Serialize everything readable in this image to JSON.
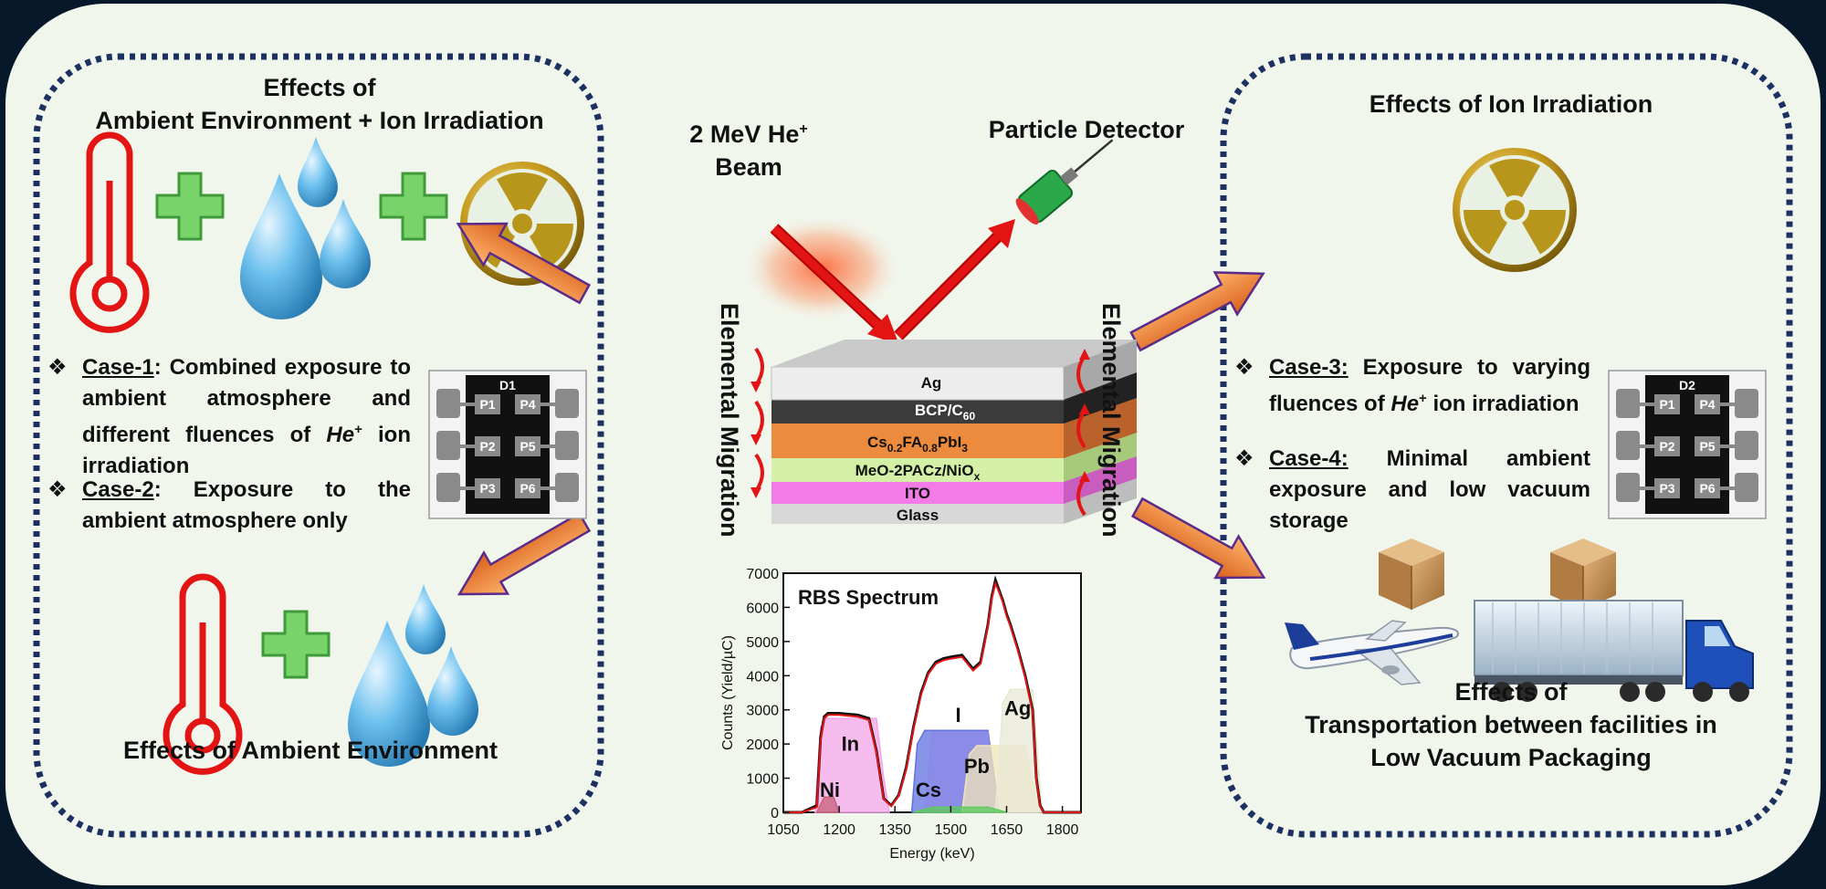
{
  "colors": {
    "frame_bg": "#06182a",
    "panel_bg": "#f0f6ec",
    "dotted_border": "#1c3161",
    "beam_red": "#e31414",
    "arrow_orange": "#f08a3e",
    "green_cross": "#77d36a",
    "drop_blue": "#4aa4d8",
    "thermo_red": "#e31414",
    "radiation_gold": "#b8961c"
  },
  "left_panel": {
    "top_title_line1": "Effects of",
    "top_title_line2": "Ambient Environment + Ion Irradiation",
    "bullets": [
      {
        "label": "Case-1",
        "text": ": Combined exposure to ambient atmosphere and different fluences of ",
        "ion": "He",
        "ion_sup": "+",
        "tail": " ion irradiation"
      },
      {
        "label": "Case-2",
        "text": ": Exposure to the ambient atmosphere only"
      }
    ],
    "bottom_title": "Effects of Ambient Environment",
    "chip": {
      "title": "D1",
      "pads": [
        "P1",
        "P4",
        "P2",
        "P5",
        "P3",
        "P6"
      ]
    },
    "icons": [
      "thermometer-icon",
      "plus-icon",
      "water-drops-icon",
      "plus-icon",
      "radiation-icon"
    ]
  },
  "right_panel": {
    "top_title": "Effects of Ion Irradiation",
    "bullets": [
      {
        "label": "Case-3:",
        "text": " Exposure to varying fluences of ",
        "ion": "He",
        "ion_sup": "+",
        "tail": " ion irradiation"
      },
      {
        "label": "Case-4:",
        "text": " Minimal ambient exposure and low vacuum storage"
      }
    ],
    "bottom_title_line1": "Effects of",
    "bottom_title_line2": "Transportation between facilities in",
    "bottom_title_line3": "Low Vacuum Packaging",
    "chip": {
      "title": "D2",
      "pads": [
        "P1",
        "P4",
        "P2",
        "P5",
        "P3",
        "P6"
      ]
    },
    "icons": [
      "radiation-icon",
      "cardboard-box-icon",
      "airplane-icon",
      "truck-icon"
    ]
  },
  "center": {
    "beam_line1": "2 MeV He",
    "beam_sup": "+",
    "beam_line2": "Beam",
    "detector_label": "Particle Detector",
    "migration_label": "Elemental Migration",
    "layers": [
      {
        "name": "Ag",
        "color": "#dcdcdc"
      },
      {
        "name": "BCP/C",
        "sub": "60",
        "color": "#3b3b3b",
        "text_color": "#ffffff"
      },
      {
        "name": "Cs",
        "sub": "0.2",
        "mid": "FA",
        "sub2": "0.8",
        "tail": "PbI",
        "sub3": "3",
        "color": "#ec8a3e"
      },
      {
        "name": "MeO-2PACz/NiO",
        "sub": "x",
        "color": "#d3f0a6"
      },
      {
        "name": "ITO",
        "color": "#f37be8"
      },
      {
        "name": "Glass",
        "color": "#e4e4e4"
      }
    ]
  },
  "chart_data": {
    "type": "line",
    "title": "RBS Spectrum",
    "xlabel": "Energy (keV)",
    "ylabel": "Counts (Yield/µC)",
    "xlim": [
      1050,
      1850
    ],
    "ylim": [
      0,
      7000
    ],
    "xticks": [
      1050,
      1200,
      1350,
      1500,
      1650,
      1800
    ],
    "yticks": [
      0,
      1000,
      2000,
      3000,
      4000,
      5000,
      6000,
      7000
    ],
    "series": [
      {
        "role": "measured",
        "color": "#111111",
        "x": [
          1050,
          1100,
          1140,
          1150,
          1160,
          1170,
          1200,
          1250,
          1280,
          1300,
          1320,
          1340,
          1360,
          1380,
          1400,
          1420,
          1440,
          1460,
          1480,
          1500,
          1530,
          1560,
          1580,
          1600,
          1610,
          1620,
          1630,
          1640,
          1650,
          1660,
          1680,
          1700,
          1720,
          1730,
          1740,
          1750,
          1850
        ],
        "y": [
          0,
          0,
          200,
          2200,
          2800,
          2900,
          2900,
          2850,
          2750,
          1800,
          400,
          200,
          500,
          1300,
          2500,
          3500,
          4100,
          4400,
          4500,
          4550,
          4600,
          4200,
          4400,
          5500,
          6300,
          6800,
          6500,
          6200,
          5800,
          5500,
          4800,
          4000,
          3000,
          1000,
          200,
          0,
          0
        ]
      },
      {
        "role": "fit",
        "color": "#e31414",
        "x": [
          1050,
          1100,
          1140,
          1150,
          1160,
          1170,
          1200,
          1250,
          1280,
          1300,
          1320,
          1340,
          1360,
          1380,
          1400,
          1420,
          1440,
          1460,
          1480,
          1500,
          1530,
          1560,
          1580,
          1600,
          1610,
          1620,
          1630,
          1640,
          1650,
          1660,
          1680,
          1700,
          1720,
          1730,
          1740,
          1750,
          1850
        ],
        "y": [
          0,
          0,
          150,
          2100,
          2750,
          2850,
          2850,
          2800,
          2700,
          1750,
          380,
          180,
          480,
          1250,
          2450,
          3450,
          4050,
          4350,
          4450,
          4500,
          4550,
          4150,
          4350,
          5450,
          6250,
          6700,
          6450,
          6150,
          5750,
          5450,
          4750,
          3950,
          2950,
          950,
          180,
          0,
          0
        ]
      }
    ],
    "areas": [
      {
        "name": "In",
        "color": "#f4a6e8",
        "x": [
          1135,
          1150,
          1165,
          1300,
          1320,
          1335
        ],
        "y": [
          0,
          2500,
          2750,
          2750,
          1000,
          0
        ]
      },
      {
        "name": "Ni",
        "color": "#c7607a",
        "x": [
          1140,
          1160,
          1185,
          1200
        ],
        "y": [
          0,
          450,
          450,
          0
        ]
      },
      {
        "name": "Cs",
        "color": "#6070e0",
        "x": [
          1395,
          1410,
          1430,
          1600,
          1615,
          1630
        ],
        "y": [
          0,
          2000,
          2400,
          2400,
          1200,
          0
        ]
      },
      {
        "name": "I",
        "color": "#8c88e8",
        "x": [
          1430,
          1450,
          1600,
          1620
        ],
        "y": [
          0,
          2350,
          2350,
          0
        ]
      },
      {
        "name": "Pb",
        "color": "#f2e6b8",
        "x": [
          1530,
          1550,
          1570,
          1700,
          1720,
          1735
        ],
        "y": [
          0,
          1700,
          1950,
          1950,
          800,
          0
        ]
      },
      {
        "name": "Ag",
        "color": "#e8e8d6",
        "x": [
          1620,
          1640,
          1660,
          1720,
          1735,
          1745
        ],
        "y": [
          0,
          3200,
          3600,
          3600,
          1500,
          0
        ]
      },
      {
        "name": "",
        "color": "#5dcb5d",
        "x": [
          1400,
          1450,
          1600,
          1650
        ],
        "y": [
          0,
          150,
          150,
          0
        ]
      }
    ],
    "labels": [
      {
        "text": "In",
        "x": 1230,
        "y": 1800
      },
      {
        "text": "Ni",
        "x": 1175,
        "y": 450
      },
      {
        "text": "Cs",
        "x": 1440,
        "y": 450
      },
      {
        "text": "I",
        "x": 1520,
        "y": 2650
      },
      {
        "text": "Pb",
        "x": 1570,
        "y": 1150
      },
      {
        "text": "Ag",
        "x": 1680,
        "y": 2850
      }
    ]
  }
}
